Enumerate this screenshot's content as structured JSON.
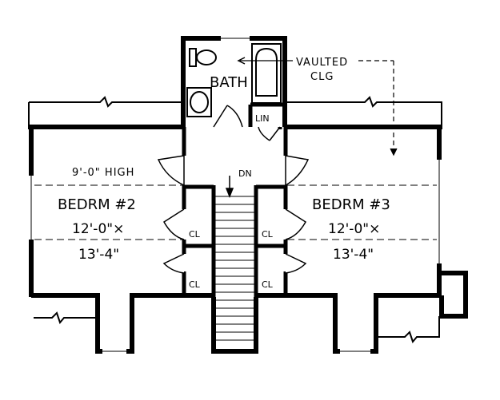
{
  "labels": {
    "bath": "BATH",
    "vaulted_1": "VAULTED",
    "vaulted_2": "CLG",
    "lin": "LIN",
    "ceiling_height": "9'-0\"  HIGH",
    "stair_dn": "DN",
    "bedroom_2": {
      "name": "BEDRM  #2",
      "width": "12'-0\"×",
      "depth": "13'-4\""
    },
    "bedroom_3": {
      "name": "BEDRM  #3",
      "width": "12'-0\"×",
      "depth": "13'-4\""
    },
    "closet": "CL"
  },
  "colors": {
    "wall": "#000000",
    "background": "#ffffff"
  }
}
